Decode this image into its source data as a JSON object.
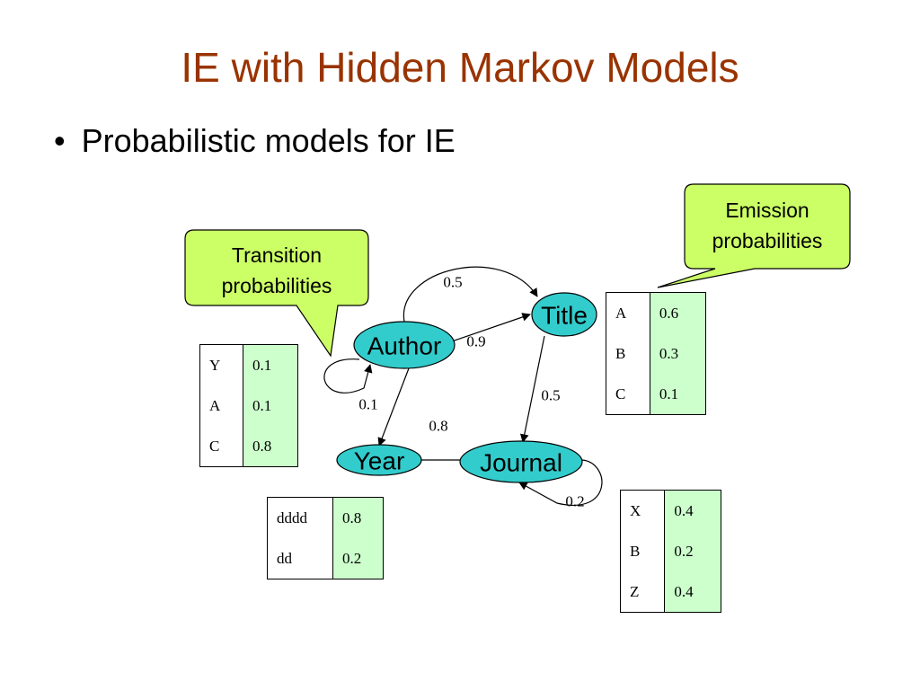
{
  "slide": {
    "title": "IE with Hidden Markov Models",
    "bullet": "Probabilistic models for IE"
  },
  "colors": {
    "title": "#993300",
    "node_fill": "#33cccc",
    "callout_fill": "#ccff66",
    "table_prob_fill": "#ccffcc"
  },
  "callouts": {
    "transition": {
      "line1": "Transition",
      "line2": "probabilities"
    },
    "emission": {
      "line1": "Emission",
      "line2": "probabilities"
    }
  },
  "nodes": {
    "author": "Author",
    "title": "Title",
    "year": "Year",
    "journal": "Journal"
  },
  "edges": {
    "author_title_top": "0.5",
    "author_title": "0.9",
    "author_self": "0.1",
    "author_journal": "0.8",
    "title_journal": "0.5",
    "journal_self": "0.2"
  },
  "tables": {
    "author": [
      [
        "Y",
        "0.1"
      ],
      [
        "A",
        "0.1"
      ],
      [
        "C",
        "0.8"
      ]
    ],
    "title": [
      [
        "A",
        "0.6"
      ],
      [
        "B",
        "0.3"
      ],
      [
        "C",
        "0.1"
      ]
    ],
    "year": [
      [
        "dddd",
        "0.8"
      ],
      [
        "dd",
        "0.2"
      ]
    ],
    "journal": [
      [
        "X",
        "0.4"
      ],
      [
        "B",
        "0.2"
      ],
      [
        "Z",
        "0.4"
      ]
    ]
  }
}
